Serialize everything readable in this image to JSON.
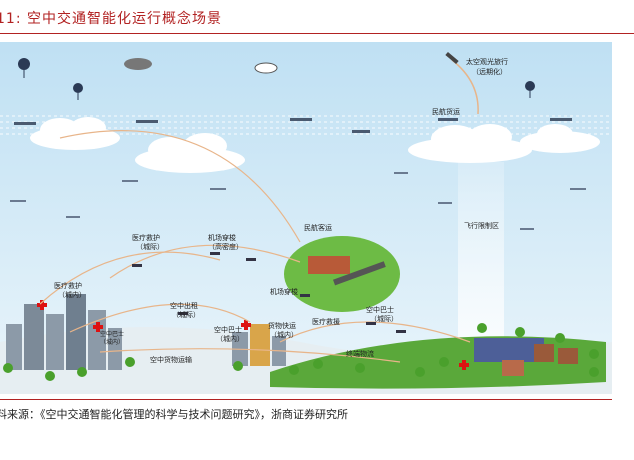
{
  "header": {
    "title": "11:  空中交通智能化运行概念场景"
  },
  "labels": {
    "space": "太空观光旅行",
    "space2": "（远期化）",
    "civil_freight": "民航货运",
    "civil_pax": "民航客运",
    "no_fly": "飞行限制区",
    "med1": "医疗救护",
    "med1b": "（城际）",
    "shuttle1": "机场穿梭",
    "shuttle1b": "（高密度）",
    "med2": "医疗救护",
    "med2b": "（城内）",
    "taxi": "空中出租",
    "taxib": "（城际）",
    "airbus1": "空中巴士",
    "airbus1b": "（城内）",
    "shuttle2": "机场穿梭",
    "cargo": "空中货物运输",
    "medsupply": "医疗救援",
    "airbus2": "空中巴士",
    "airbus2b": "（城际）",
    "goods": "货物快运",
    "goodsb": "（城内）",
    "terminal": "终端物流",
    "airbus3": "空中巴士",
    "airbus3b": "（城内）"
  },
  "footer": {
    "source": "料来源：《空中交通智能化管理的科学与技术问题研究》，浙商证券研究所"
  },
  "colors": {
    "accent": "#b22222",
    "sky": "#cfe6f4",
    "grass": "#5aa83a",
    "route": "#e8b58a"
  }
}
